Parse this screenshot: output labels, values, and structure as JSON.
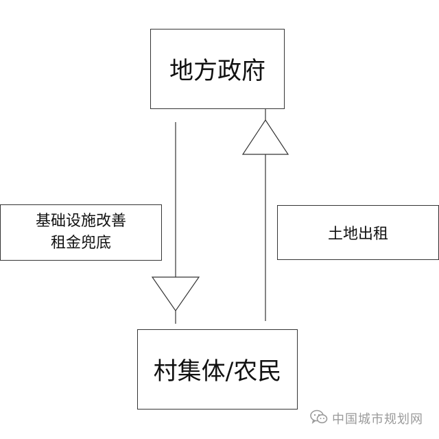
{
  "diagram": {
    "top_node": {
      "label": "地方政府"
    },
    "bottom_node": {
      "label": "村集体/农民"
    },
    "left_flow": {
      "lines": [
        "基础设施改善",
        "租金兜底"
      ]
    },
    "right_flow": {
      "label": "土地出租"
    }
  },
  "watermark": {
    "text": "中国城市规划网",
    "icon": "wechat-icon"
  },
  "colors": {
    "line": "#333333",
    "text": "#111111",
    "watermark": "#9a9a9a"
  }
}
